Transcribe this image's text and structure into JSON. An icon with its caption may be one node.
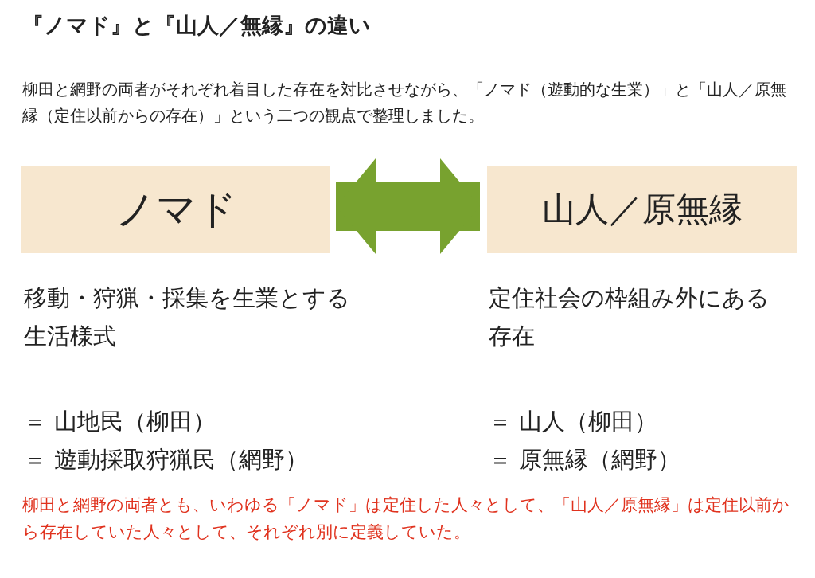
{
  "diagram": {
    "title": "『ノマド』と『山人／無縁』の違い",
    "nodes": [
      {
        "text": [
          "ノマド"
        ],
        "beside": [
          "移動・狩猟・採集を生業とする生活様式",
          "＝ 山地民（柳田）",
          "＝ 遊動採取狩猟民（網野）"
        ]
      },
      {
        "text": [
          "山人／原無縁"
        ],
        "beside": [
          "定住社会の枠組み外にある存在",
          "＝ 山人（柳田）",
          "＝ 原無縁（網野）"
        ]
      }
    ],
    "edges": [
      {
        "from": 0,
        "to": 1,
        "arrow": "both"
      }
    ],
    "labels": [
      "柳田と網野の両者がそれぞれ着目した存在を対比させながら、「ノマド（遊動的な生業）」と「山人／原無縁（定住以前からの存在）」という二つの観点で整理しました。",
      "柳田と網野の両者とも、いわゆる「ノマド」は定住した人々として、「山人／原無縁」は定住以前から存在していた人々として、それぞれ別に定義していた。"
    ]
  }
}
